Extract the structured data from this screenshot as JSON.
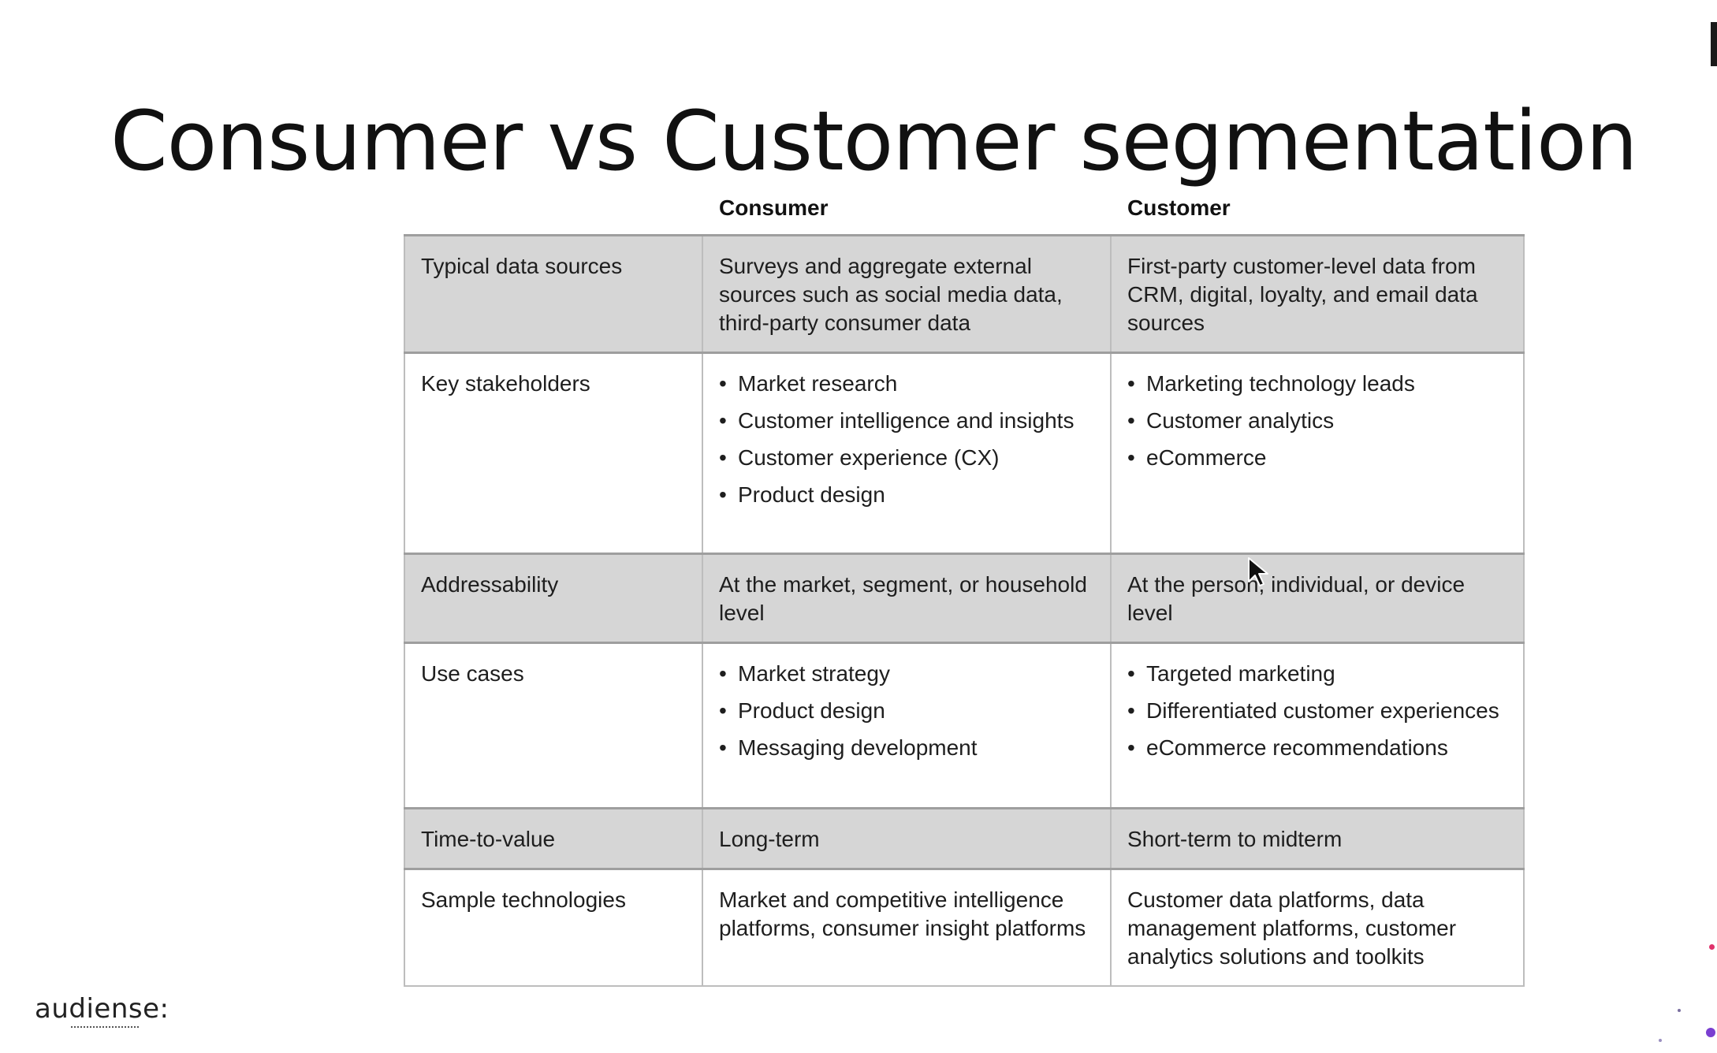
{
  "title": "Consumer vs Customer segmentation",
  "column_headers": {
    "col1": "",
    "col2": "Consumer",
    "col3": "Customer"
  },
  "rows": [
    {
      "label": "Typical data sources",
      "shaded": true,
      "consumer_text": "Surveys and aggregate external sources such as social media data, third-party consumer data",
      "customer_text": "First-party customer-level data from CRM, digital, loyalty, and email data sources"
    },
    {
      "label": "Key stakeholders",
      "shaded": false,
      "consumer_items": [
        "Market research",
        "Customer intelligence and insights",
        "Customer experience (CX)",
        "Product design"
      ],
      "customer_items": [
        "Marketing technology leads",
        "Customer analytics",
        "eCommerce"
      ]
    },
    {
      "label": "Addressability",
      "shaded": true,
      "consumer_text": "At the market, segment, or household level",
      "customer_text": "At the person, individual, or device level"
    },
    {
      "label": "Use cases",
      "shaded": false,
      "consumer_items": [
        "Market strategy",
        "Product design",
        "Messaging development"
      ],
      "customer_items": [
        "Targeted marketing",
        "Differentiated customer experiences",
        "eCommerce recommendations"
      ]
    },
    {
      "label": "Time-to-value",
      "shaded": true,
      "consumer_text": "Long-term",
      "customer_text": "Short-term to midterm"
    },
    {
      "label": "Sample technologies",
      "shaded": false,
      "consumer_text": "Market and competitive intelligence platforms, consumer insight platforms",
      "customer_text": "Customer data platforms, data management platforms, customer analytics solutions and toolkits"
    }
  ],
  "logo": {
    "text": "audiense:"
  },
  "colors": {
    "shaded_row": "#d6d6d6",
    "border": "#bdbdbd",
    "accent_dot_pink": "#e0306a",
    "accent_dot_purple": "#7a3fd1"
  },
  "icons": {
    "cursor": "mouse-pointer-icon"
  }
}
